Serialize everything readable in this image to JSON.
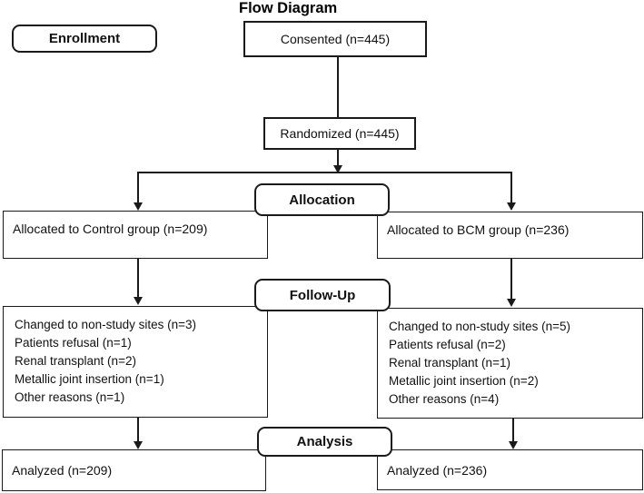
{
  "title": "Flow Diagram",
  "stages": {
    "enrollment": "Enrollment",
    "allocation": "Allocation",
    "followup": "Follow-Up",
    "analysis": "Analysis"
  },
  "boxes": {
    "consented": "Consented (n=445)",
    "randomized": "Randomized (n=445)",
    "control_allocated": "Allocated to Control group (n=209)",
    "bcm_allocated": "Allocated to BCM group (n=236)",
    "control_followup": [
      "Changed to non-study sites (n=3)",
      "Patients refusal (n=1)",
      "Renal transplant (n=2)",
      "Metallic joint insertion (n=1)",
      "Other reasons (n=1)"
    ],
    "bcm_followup": [
      "Changed to non-study sites (n=5)",
      "Patients refusal (n=2)",
      "Renal transplant (n=1)",
      "Metallic joint insertion (n=2)",
      "Other reasons (n=4)"
    ],
    "control_analyzed": "Analyzed (n=209)",
    "bcm_analyzed": "Analyzed (n=236)"
  },
  "colors": {
    "line": "#1a1a1a",
    "background": "#ffffff"
  }
}
